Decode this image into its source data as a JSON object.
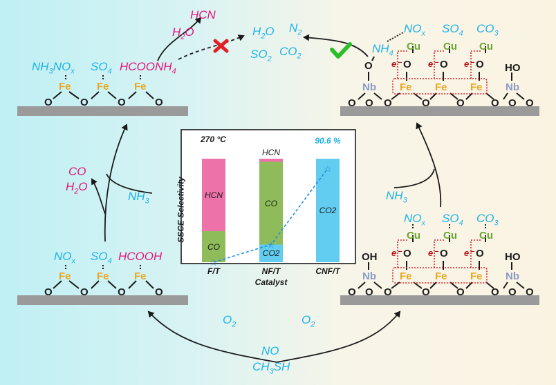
{
  "top_left": {
    "adsorbates": [
      "NH3NOx",
      "SO4",
      "HCOONH4"
    ],
    "metal": "Fe",
    "lattice_o": "O",
    "side_products": [
      "HCN",
      "H2O"
    ]
  },
  "top_center": {
    "products": [
      "H2O",
      "N2",
      "SO2",
      "CO2"
    ]
  },
  "top_right": {
    "adsorbates": [
      "NOx",
      "SO4",
      "CO3"
    ],
    "nh4": "NH4",
    "ho": "HO",
    "electron": "e⁻",
    "cu": "Cu",
    "nb": "Nb",
    "fe": "Fe",
    "lattice_o": "O"
  },
  "bottom_left": {
    "adsorbates": [
      "NOx",
      "SO4",
      "HCOOH"
    ],
    "metal": "Fe",
    "lattice_o": "O",
    "released": [
      "CO",
      "H2O"
    ],
    "reagent": "NH3"
  },
  "bottom_right": {
    "adsorbates": [
      "NOx",
      "SO4",
      "CO3"
    ],
    "oh": "OH",
    "ho": "HO",
    "electron": "e⁻",
    "cu": "Cu",
    "nb": "Nb",
    "fe": "Fe",
    "lattice_o": "O",
    "reagent": "NH3"
  },
  "bottom_center": {
    "o2_left": "O2",
    "o2_right": "O2",
    "feed": [
      "NO",
      "CH3SH"
    ]
  },
  "chart_data": {
    "type": "bar",
    "temperature_label": "270 °C",
    "ylabel": "SSCE Selectivity",
    "xlabel": "Catalyst",
    "categories": [
      "F/T",
      "NF/T",
      "CNF/T"
    ],
    "stacks": [
      {
        "category": "F/T",
        "segments": [
          {
            "name": "CO",
            "value": 0.3,
            "color": "#8fbc5a"
          },
          {
            "name": "HCN",
            "value": 0.7,
            "color": "#ee72aa"
          }
        ]
      },
      {
        "category": "NF/T",
        "segments": [
          {
            "name": "CO2",
            "value": 0.17,
            "color": "#62cdf0"
          },
          {
            "name": "CO",
            "value": 0.8,
            "color": "#8fbc5a"
          },
          {
            "name": "HCN",
            "value": 0.03,
            "color": "#ee72aa"
          }
        ]
      },
      {
        "category": "CNF/T",
        "segments": [
          {
            "name": "CO2",
            "value": 1.0,
            "color": "#62cdf0"
          }
        ]
      }
    ],
    "co2_trend": [
      0.0,
      0.17,
      0.906
    ],
    "annotation": "90.6 %"
  }
}
